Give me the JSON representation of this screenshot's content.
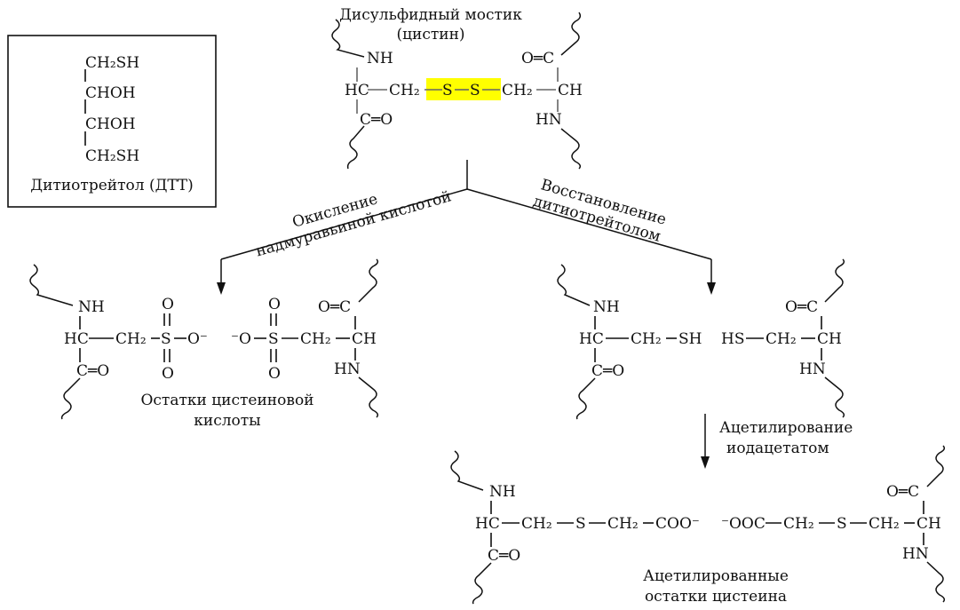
{
  "dtt_box": {
    "row1": "CH₂SH",
    "row2": "CHOH",
    "row3": "CHOH",
    "row4": "CH₂SH",
    "caption": "Дитиотрейтол (ДТТ)"
  },
  "top": {
    "title_line1": "Дисульфидный мостик",
    "title_line2": "(цистин)",
    "highlight_color": "#ffff00",
    "nh": "NH",
    "hc": "HC",
    "ch2_left": "CH₂",
    "s1": "S",
    "s2": "S",
    "ch2_right": "CH₂",
    "ch": "CH",
    "co_left": "C═O",
    "co_right": "O═C",
    "hn": "HN"
  },
  "oxidation": {
    "label_line1": "Окисление",
    "label_line2": "надмуравьиной кислотой",
    "left": {
      "nh": "NH",
      "hc": "HC",
      "ch2": "CH₂",
      "s": "S",
      "o_top": "O",
      "o_bottom": "O",
      "o_minus": "O⁻",
      "co": "C═O"
    },
    "right": {
      "o_minus": "⁻O",
      "s": "S",
      "o_top": "O",
      "o_bottom": "O",
      "ch2": "CH₂",
      "ch": "CH",
      "co": "O═C",
      "hn": "HN"
    },
    "caption_line1": "Остатки цистеиновой",
    "caption_line2": "кислоты"
  },
  "reduction": {
    "label_line1": "Восстановление",
    "label_line2": "дитиотрейтолом",
    "left": {
      "nh": "NH",
      "hc": "HC",
      "ch2": "CH₂",
      "sh": "SH",
      "co": "C═O"
    },
    "right": {
      "hs": "HS",
      "ch2": "CH₂",
      "ch": "CH",
      "co": "O═C",
      "hn": "HN"
    }
  },
  "acetylation": {
    "label_line1": "Ацетилирование",
    "label_line2": "иодацетатом",
    "left": {
      "nh": "NH",
      "hc": "HC",
      "ch2": "CH₂",
      "s": "S",
      "ch2b": "CH₂",
      "coo": "COO⁻",
      "co": "C═O"
    },
    "right": {
      "ooc": "⁻OOC",
      "ch2": "CH₂",
      "s": "S",
      "ch2b": "CH₂",
      "ch": "CH",
      "co": "O═C",
      "hn": "HN"
    },
    "caption_line1": "Ацетилированные",
    "caption_line2": "остатки цистеина"
  }
}
